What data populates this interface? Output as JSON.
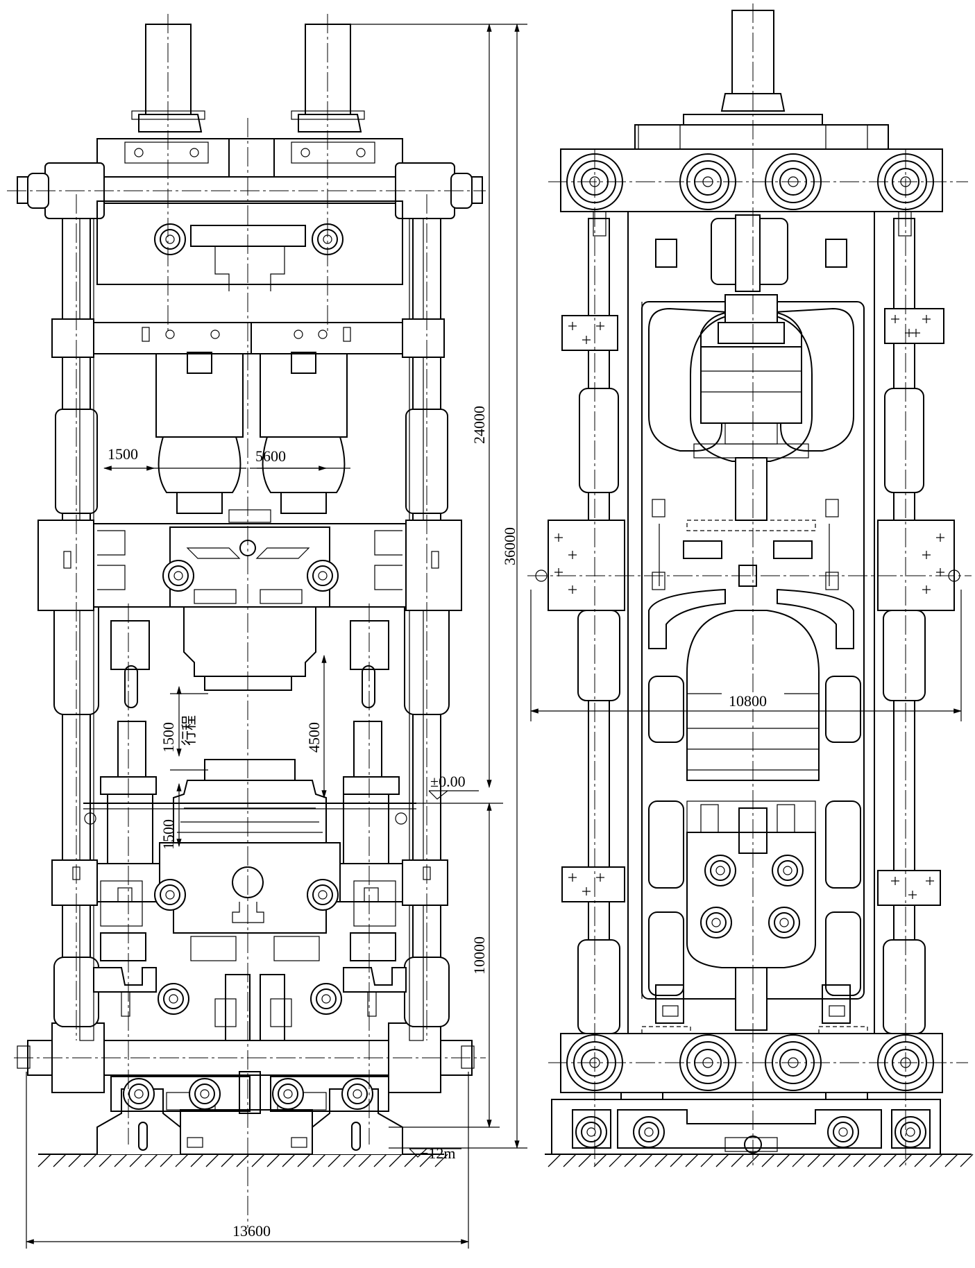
{
  "drawing": {
    "front_view": {
      "dimensions": {
        "column_gap": "1500",
        "cylinder_spacing": "5600",
        "stroke_upper": "1500",
        "stroke_label": "行程",
        "stroke_lower": "1500",
        "opening": "4500",
        "upper_height": "24000",
        "total_height": "36000",
        "lower_height": "10000",
        "overall_width": "13600"
      },
      "levels": {
        "ground": "±0.00",
        "foundation": "−12m"
      }
    },
    "side_view": {
      "dimensions": {
        "width": "10800"
      }
    }
  }
}
